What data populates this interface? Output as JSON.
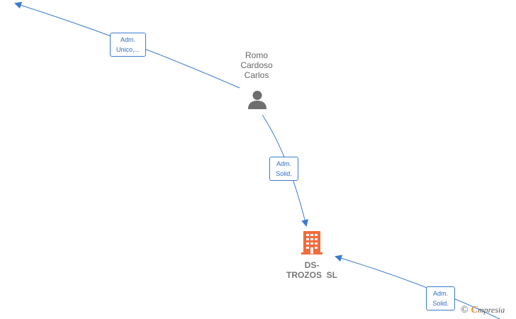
{
  "person": {
    "name_lines": [
      "Romo",
      "Cardoso",
      "Carlos"
    ],
    "icon": "person-icon"
  },
  "company": {
    "name_lines": [
      "DS-",
      "TROZOS  SL"
    ],
    "icon": "building-icon",
    "color": "#f26b3a"
  },
  "edges": [
    {
      "label_lines": [
        "Adm.",
        "Unico,..."
      ]
    },
    {
      "label_lines": [
        "Adm.",
        "Solid."
      ]
    },
    {
      "label_lines": [
        "Adm.",
        "Solid."
      ]
    }
  ],
  "watermark": {
    "copyright": "©",
    "brand_first": "C",
    "brand_rest": "mpresia"
  },
  "colors": {
    "edge": "#3b7bd0",
    "person_icon": "#6e6e6e"
  }
}
